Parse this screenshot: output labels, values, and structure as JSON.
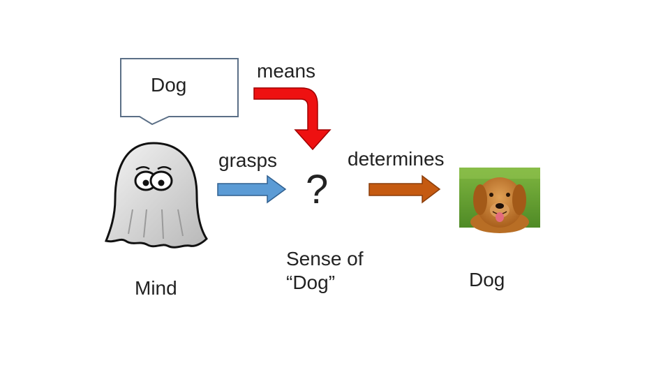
{
  "speech_bubble": {
    "word": "Dog"
  },
  "arrows": {
    "means": {
      "label": "means",
      "color": "#ee1111"
    },
    "grasps": {
      "label": "grasps",
      "color": "#5b9bd5"
    },
    "determines": {
      "label": "determines",
      "color": "#c55a11"
    }
  },
  "sense": {
    "symbol": "?",
    "line1": "Sense of",
    "line2": "“Dog”"
  },
  "mind": {
    "label": "Mind",
    "icon": "ghost-icon"
  },
  "referent": {
    "label": "Dog",
    "image": "golden-retriever-photo"
  }
}
